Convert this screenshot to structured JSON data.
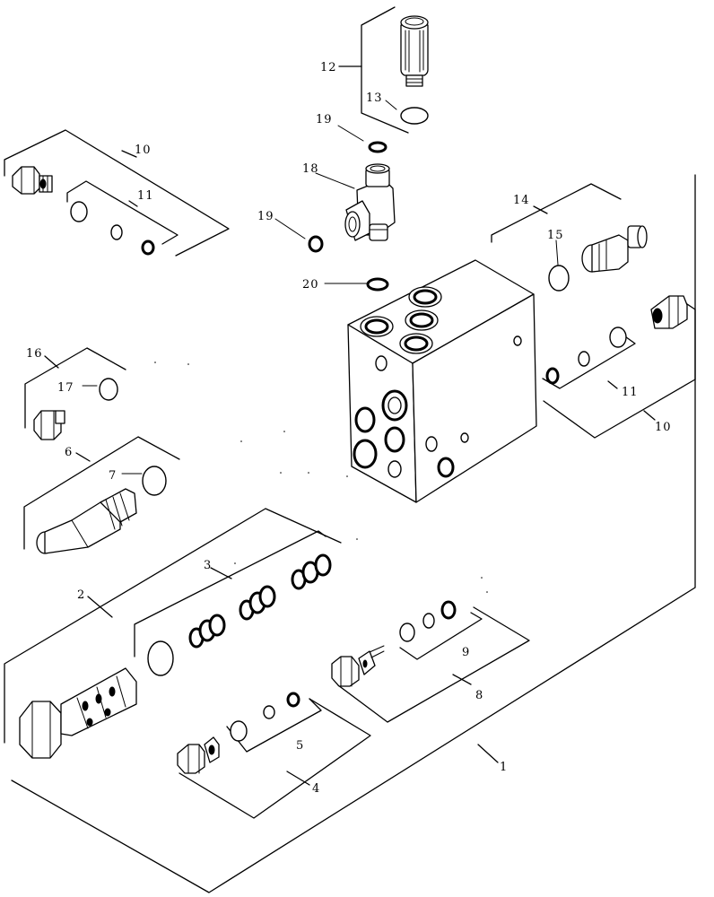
{
  "labels": {
    "p1": "1",
    "p2": "2",
    "p3": "3",
    "p4": "4",
    "p5": "5",
    "p6": "6",
    "p7": "7",
    "p8": "8",
    "p9": "9",
    "p10a": "10",
    "p10b": "10",
    "p11a": "11",
    "p11b": "11",
    "p12": "12",
    "p13": "13",
    "p14": "14",
    "p15": "15",
    "p16": "16",
    "p17": "17",
    "p18": "18",
    "p19a": "19",
    "p19b": "19",
    "p20": "20"
  }
}
